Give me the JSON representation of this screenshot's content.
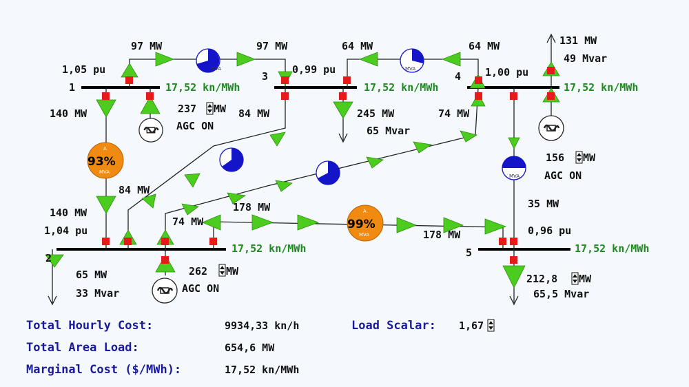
{
  "buses": {
    "b1": {
      "number": "1",
      "voltage": "1,05 pu",
      "price": "17,52 kn/MWh"
    },
    "b2": {
      "number": "2",
      "voltage": "1,04 pu",
      "price": "17,52 kn/MWh"
    },
    "b3": {
      "number": "3",
      "voltage": "0,99 pu",
      "price": "17,52 kn/MWh"
    },
    "b4": {
      "number": "4",
      "voltage": "1,00 pu",
      "price": "17,52 kn/MWh"
    },
    "b5": {
      "number": "5",
      "voltage": "0,96 pu",
      "price": "17,52 kn/MWh"
    }
  },
  "generators": {
    "g1": {
      "mw": "237",
      "unit": "MW",
      "agc": "AGC ON"
    },
    "g2": {
      "mw": "262",
      "unit": "MW",
      "agc": "AGC ON"
    },
    "g4": {
      "mw": "156",
      "unit": "MW",
      "agc": "AGC ON"
    },
    "g4top": {
      "mw": "131 MW",
      "mvar": "49 Mvar"
    }
  },
  "loads": {
    "l2": {
      "mw": "65 MW",
      "mvar": "33 Mvar"
    },
    "l3": {
      "mw": "245 MW",
      "mvar": "65 Mvar"
    },
    "l5": {
      "mw": "212,8",
      "unit": "MW",
      "mvar": "65,5 Mvar"
    }
  },
  "flows": {
    "f12_top": "140 MW",
    "f12_bot": "140 MW",
    "f13_left": "97 MW",
    "f13_right": "97 MW",
    "f34_left": "64 MW",
    "f34_right": "64 MW",
    "f23_top": "84 MW",
    "f23_bot": "84 MW",
    "f24_top": "74 MW",
    "f24_bot": "74 MW",
    "f25_left": "178 MW",
    "f25_right": "178 MW",
    "f45_bot": "35 MW"
  },
  "meters": {
    "m12": {
      "pct": "93%",
      "unit": "MVA",
      "tag": "A",
      "color": "#f08a10",
      "fill": 0.93
    },
    "m25": {
      "pct": "99%",
      "unit": "MVA",
      "tag": "A",
      "color": "#f08a10",
      "fill": 0.99
    },
    "m13": {
      "unit": "MVA",
      "fill": 0.7
    },
    "m34": {
      "unit": "MVA",
      "fill": 0.4
    },
    "m23": {
      "unit": "MVA",
      "fill": 0.6
    },
    "m24": {
      "unit": "MVA",
      "fill": 0.55
    },
    "m45": {
      "unit": "MVA",
      "fill": 0.5
    }
  },
  "summary": {
    "cost_label": "Total Hourly Cost:",
    "cost_value": "9934,33 kn/h",
    "load_label": "Total Area Load:",
    "load_value": "654,6 MW",
    "marg_label": "Marginal Cost ($/MWh):",
    "marg_value": "17,52 kn/MWh",
    "scalar_label": "Load Scalar:",
    "scalar_value": "1,67"
  },
  "colors": {
    "flow_arrow": "#4ccc1e",
    "breaker": "#e51b1b",
    "meter_blue": "#1414c8",
    "bus": "#000000"
  }
}
